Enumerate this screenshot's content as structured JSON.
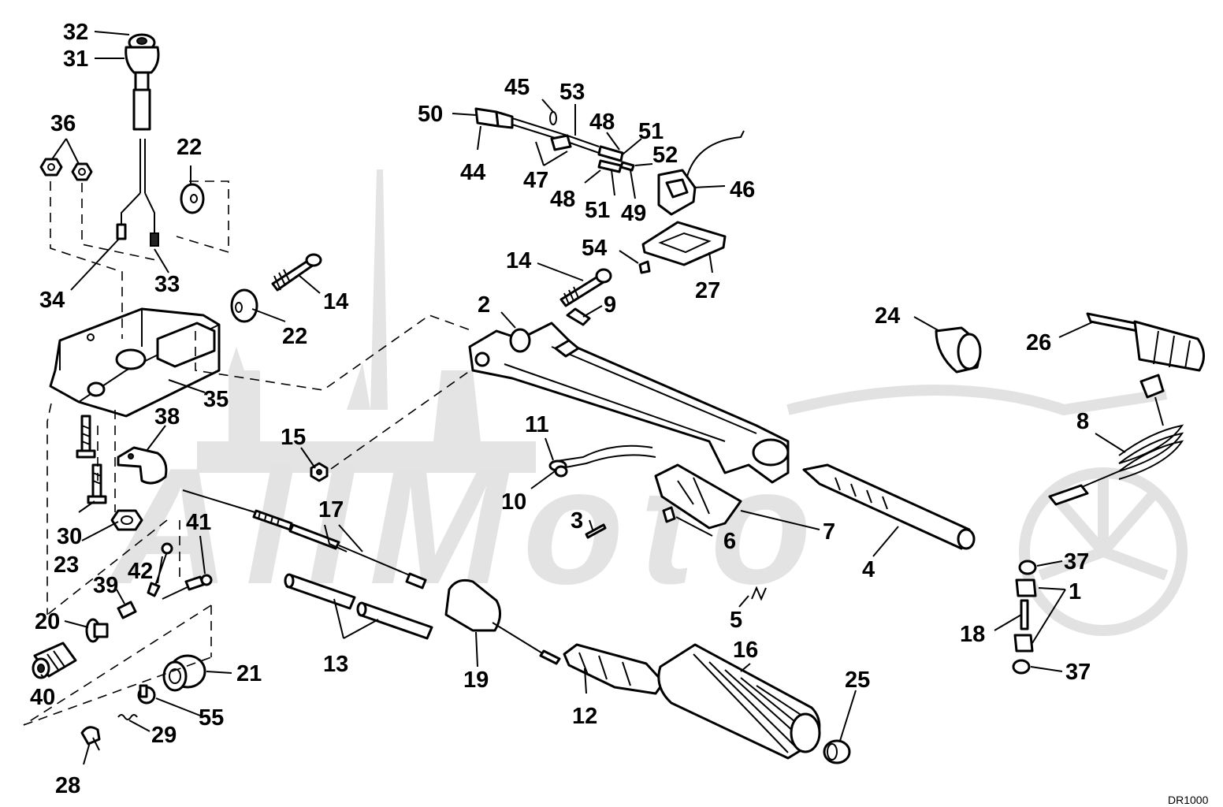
{
  "diagram": {
    "watermark_text": "AllMoto",
    "footer_code": "DR1000",
    "labels": [
      {
        "id": "32",
        "text": "32"
      },
      {
        "id": "31",
        "text": "31"
      },
      {
        "id": "36",
        "text": "36"
      },
      {
        "id": "22a",
        "text": "22"
      },
      {
        "id": "34",
        "text": "34"
      },
      {
        "id": "33",
        "text": "33"
      },
      {
        "id": "14a",
        "text": "14"
      },
      {
        "id": "22b",
        "text": "22"
      },
      {
        "id": "35",
        "text": "35"
      },
      {
        "id": "38",
        "text": "38"
      },
      {
        "id": "15",
        "text": "15"
      },
      {
        "id": "30",
        "text": "30"
      },
      {
        "id": "23",
        "text": "23"
      },
      {
        "id": "41",
        "text": "41"
      },
      {
        "id": "42",
        "text": "42"
      },
      {
        "id": "39",
        "text": "39"
      },
      {
        "id": "20",
        "text": "20"
      },
      {
        "id": "40",
        "text": "40"
      },
      {
        "id": "21",
        "text": "21"
      },
      {
        "id": "55",
        "text": "55"
      },
      {
        "id": "29",
        "text": "29"
      },
      {
        "id": "28",
        "text": "28"
      },
      {
        "id": "17",
        "text": "17"
      },
      {
        "id": "13",
        "text": "13"
      },
      {
        "id": "19",
        "text": "19"
      },
      {
        "id": "12",
        "text": "12"
      },
      {
        "id": "16",
        "text": "16"
      },
      {
        "id": "25",
        "text": "25"
      },
      {
        "id": "45",
        "text": "45"
      },
      {
        "id": "53",
        "text": "53"
      },
      {
        "id": "50",
        "text": "50"
      },
      {
        "id": "48a",
        "text": "48"
      },
      {
        "id": "51a",
        "text": "51"
      },
      {
        "id": "52",
        "text": "52"
      },
      {
        "id": "44",
        "text": "44"
      },
      {
        "id": "47",
        "text": "47"
      },
      {
        "id": "48b",
        "text": "48"
      },
      {
        "id": "51b",
        "text": "51"
      },
      {
        "id": "49",
        "text": "49"
      },
      {
        "id": "46",
        "text": "46"
      },
      {
        "id": "54",
        "text": "54"
      },
      {
        "id": "27",
        "text": "27"
      },
      {
        "id": "14b",
        "text": "14"
      },
      {
        "id": "2",
        "text": "2"
      },
      {
        "id": "9",
        "text": "9"
      },
      {
        "id": "24",
        "text": "24"
      },
      {
        "id": "26",
        "text": "26"
      },
      {
        "id": "8",
        "text": "8"
      },
      {
        "id": "11",
        "text": "11"
      },
      {
        "id": "10",
        "text": "10"
      },
      {
        "id": "3",
        "text": "3"
      },
      {
        "id": "6",
        "text": "6"
      },
      {
        "id": "7",
        "text": "7"
      },
      {
        "id": "4",
        "text": "4"
      },
      {
        "id": "5",
        "text": "5"
      },
      {
        "id": "37a",
        "text": "37"
      },
      {
        "id": "1",
        "text": "1"
      },
      {
        "id": "18",
        "text": "18"
      },
      {
        "id": "37b",
        "text": "37"
      }
    ]
  }
}
